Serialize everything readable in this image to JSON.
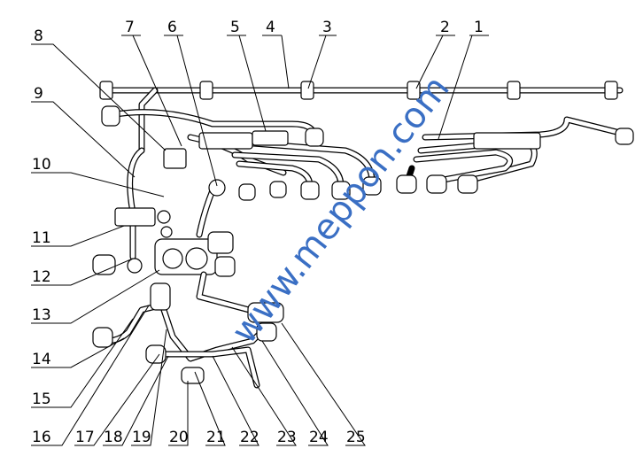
{
  "labels": [
    "1",
    "2",
    "3",
    "4",
    "5",
    "6",
    "7",
    "8",
    "9",
    "10",
    "11",
    "12",
    "13",
    "14",
    "15",
    "16",
    "17",
    "18",
    "19",
    "20",
    "21",
    "22",
    "23",
    "24",
    "25"
  ],
  "watermark": "www.meppon.com",
  "colors": {
    "watermark": "#3a6fc4",
    "line": "#000000",
    "background": "#ffffff"
  }
}
